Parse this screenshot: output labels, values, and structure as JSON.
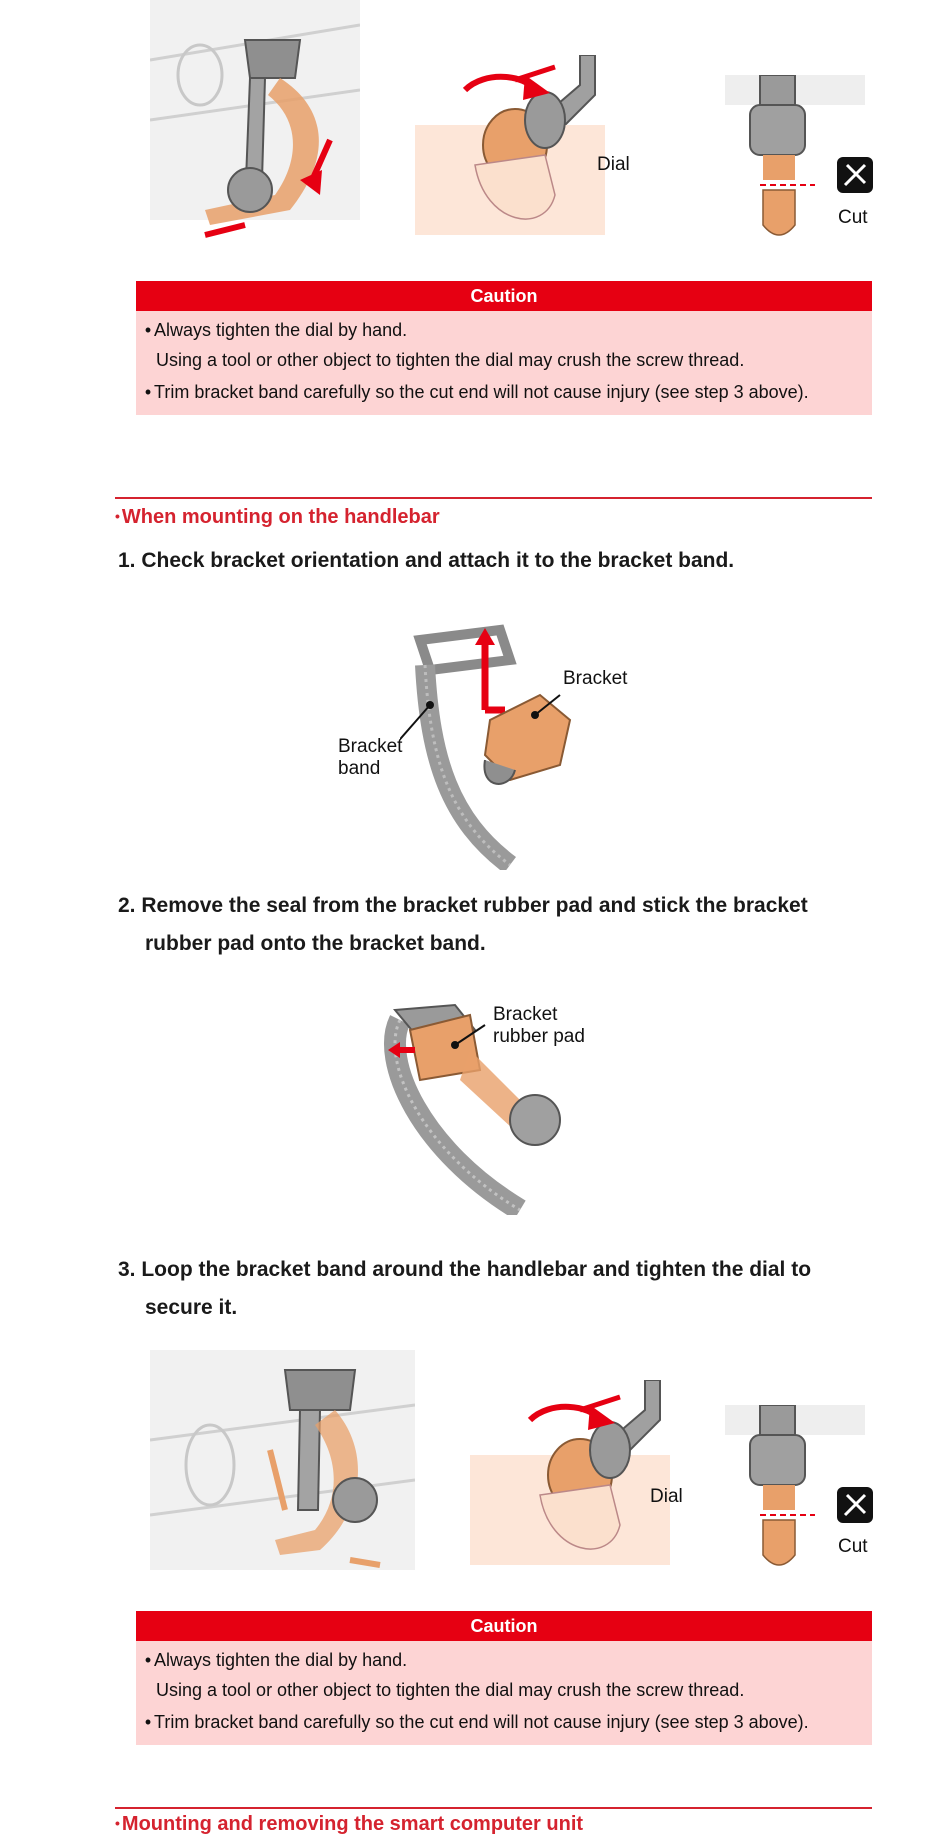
{
  "top_illustrations": {
    "dial_label": "Dial",
    "cut_label": "Cut"
  },
  "caution_1": {
    "title": "Caution",
    "line1": "Always tighten the dial by hand.",
    "line1b": "Using a tool or other object to tighten the dial may crush the screw thread.",
    "line2": "Trim bracket band carefully so the cut end will not cause injury (see step 3 above)."
  },
  "section_handlebar": {
    "title": "When mounting on the handlebar",
    "step1": "1. Check bracket orientation and attach it to the bracket band.",
    "step1_labels": {
      "bracket": "Bracket",
      "band_1": "Bracket",
      "band_2": "band"
    },
    "step2_line1": "2. Remove the seal from the bracket rubber pad and stick the bracket",
    "step2_line2": "rubber pad onto the bracket band.",
    "step2_labels": {
      "pad_1": "Bracket",
      "pad_2": "rubber pad"
    },
    "step3_line1": "3. Loop the bracket band around the handlebar and tighten the dial to",
    "step3_line2": "secure it.",
    "step3_labels": {
      "dial": "Dial",
      "cut": "Cut"
    }
  },
  "caution_2": {
    "title": "Caution",
    "line1": "Always tighten the dial by hand.",
    "line1b": "Using a tool or other object to tighten the dial may crush the screw thread.",
    "line2": "Trim bracket band carefully so the cut end will not cause injury (see step 3 above)."
  },
  "section_mounting": {
    "title": "Mounting and removing the smart computer unit"
  },
  "bullet_char": "•",
  "colors": {
    "accent_red": "#e60012",
    "section_red": "#d5232f",
    "caution_bg": "#fdd4d4",
    "part_gray": "#9a9a9a",
    "band_orange": "#e8a06a"
  }
}
